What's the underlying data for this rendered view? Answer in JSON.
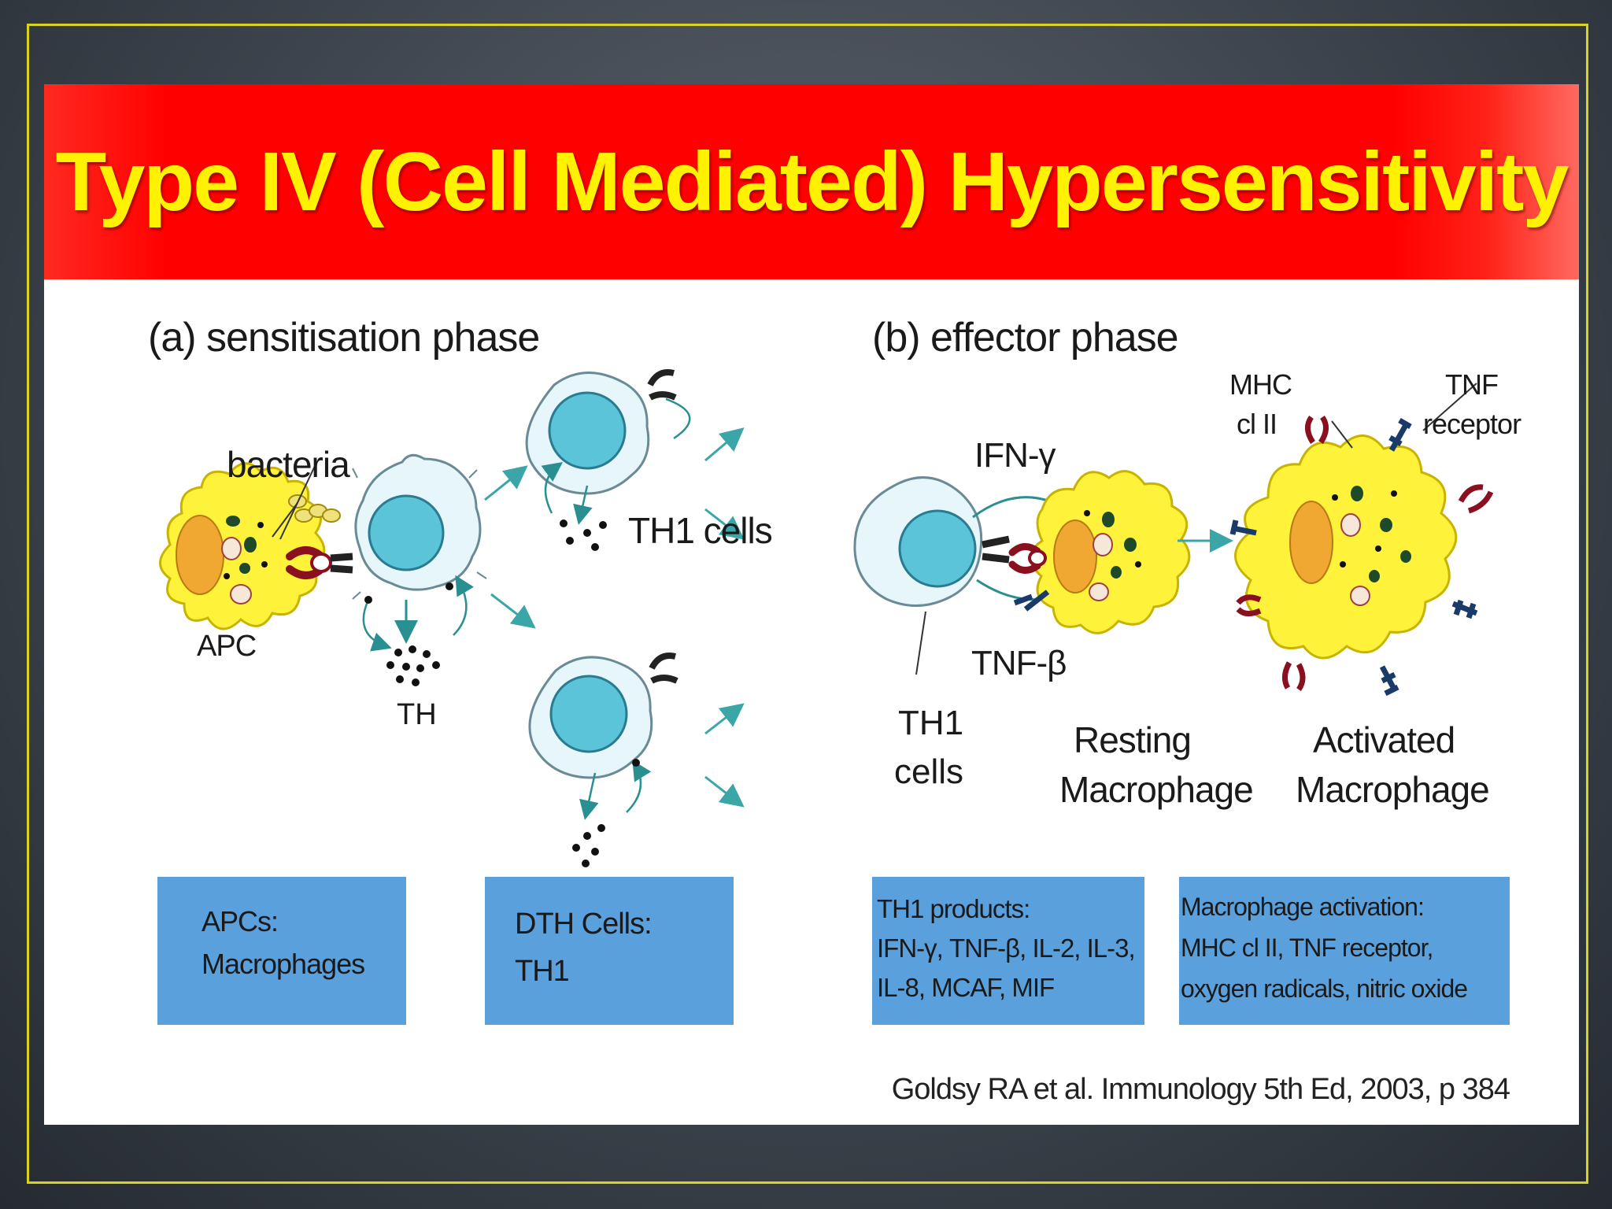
{
  "title": "Type IV (Cell Mediated) Hypersensitivity",
  "panel_a": {
    "heading": "(a) sensitisation phase",
    "labels": {
      "bacteria": "bacteria",
      "apc": "APC",
      "th": "TH",
      "th1_cells": "TH1 cells"
    },
    "boxes": [
      {
        "line1": "APCs:",
        "line2": "Macrophages"
      },
      {
        "line1": "DTH Cells:",
        "line2": "TH1"
      }
    ]
  },
  "panel_b": {
    "heading": "(b) effector phase",
    "labels": {
      "ifn_gamma": "IFN-γ",
      "tnf_beta": "TNF-β",
      "th1_line1": "TH1",
      "th1_line2": "cells",
      "resting_line1": "Resting",
      "resting_line2": "Macrophage",
      "activated_line1": "Activated",
      "activated_line2": "Macrophage",
      "mhc_line1": "MHC",
      "mhc_line2": "cl II",
      "tnf_line1": "TNF",
      "tnf_line2": "receptor"
    },
    "boxes": [
      {
        "line1": "TH1 products:",
        "line2": "IFN-γ, TNF-β, IL-2, IL-3,",
        "line3": "IL-8, MCAF, MIF"
      },
      {
        "line1": "Macrophage activation:",
        "line2": "MHC cl II, TNF receptor,",
        "line3": "oxygen radicals, nitric oxide"
      }
    ]
  },
  "citation": "Goldsy RA et al.  Immunology 5th Ed, 2003, p 384",
  "colors": {
    "banner": "#ff0000",
    "title_text": "#fff200",
    "box_fill": "#5aa0dc",
    "frame_border": "#d9d21e",
    "cell_fill": "#5bc4d8",
    "macrophage_fill": "#fff23a",
    "nucleus_fill": "#f0a832",
    "arrow": "#3aa6a8"
  }
}
